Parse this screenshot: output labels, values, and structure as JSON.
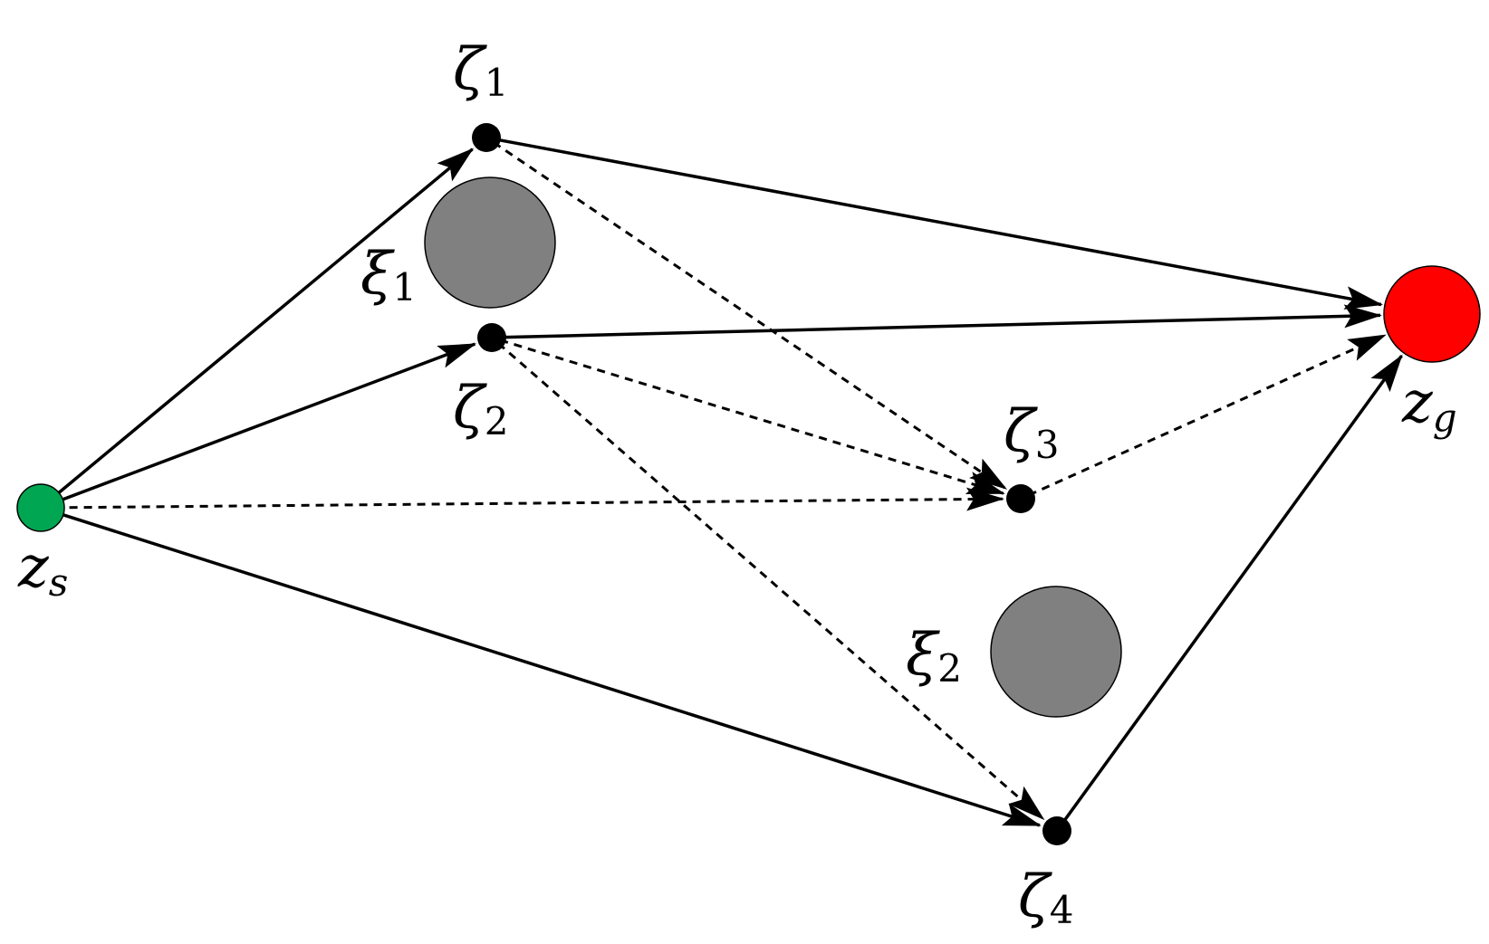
{
  "colors": {
    "start": "#00a651",
    "goal": "#ff0000",
    "obstacle": "#808080",
    "waypoint": "#000000"
  },
  "nodes": {
    "start": {
      "label_main": "z",
      "label_sub": "s"
    },
    "goal": {
      "label_main": "z",
      "label_sub": "g"
    },
    "zeta1": {
      "label_main": "ζ",
      "label_sub": "1"
    },
    "zeta2": {
      "label_main": "ζ",
      "label_sub": "2"
    },
    "zeta3": {
      "label_main": "ζ",
      "label_sub": "3"
    },
    "zeta4": {
      "label_main": "ζ",
      "label_sub": "4"
    }
  },
  "obstacles": {
    "xi1": {
      "label_main": "ξ",
      "label_sub": "1"
    },
    "xi2": {
      "label_main": "ξ",
      "label_sub": "2"
    }
  },
  "edges": [
    {
      "from": "start",
      "to": "zeta1",
      "style": "solid"
    },
    {
      "from": "start",
      "to": "zeta2",
      "style": "solid"
    },
    {
      "from": "start",
      "to": "zeta3",
      "style": "dashed"
    },
    {
      "from": "start",
      "to": "zeta4",
      "style": "solid"
    },
    {
      "from": "zeta1",
      "to": "goal",
      "style": "solid"
    },
    {
      "from": "zeta1",
      "to": "zeta3",
      "style": "dashed"
    },
    {
      "from": "zeta2",
      "to": "goal",
      "style": "solid"
    },
    {
      "from": "zeta2",
      "to": "zeta3",
      "style": "dashed"
    },
    {
      "from": "zeta2",
      "to": "zeta4",
      "style": "dashed"
    },
    {
      "from": "zeta3",
      "to": "goal",
      "style": "dashed"
    },
    {
      "from": "zeta4",
      "to": "goal",
      "style": "solid"
    }
  ]
}
